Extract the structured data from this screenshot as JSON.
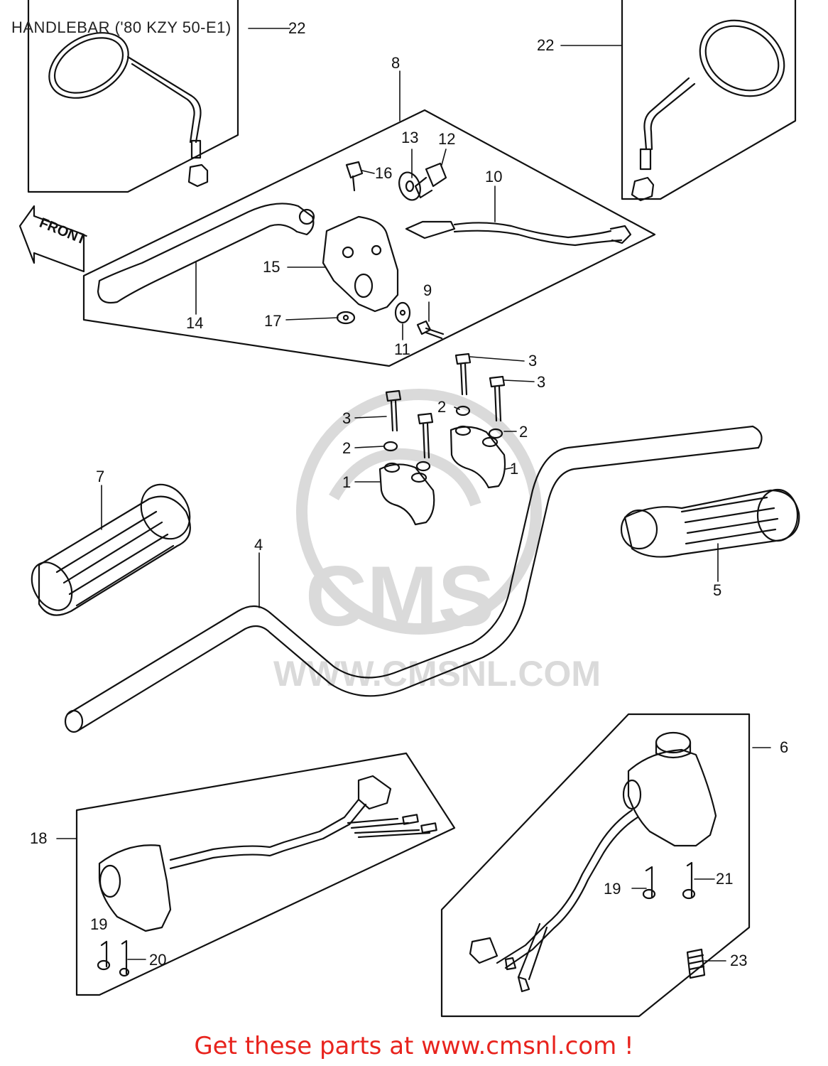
{
  "title": "HANDLEBAR ('80 KZY 50-E1)",
  "footer_link": "Get these parts at www.cmsnl.com !",
  "watermark": {
    "brand": "CMS",
    "url": "WWW.CMSNL.COM"
  },
  "front_marker": "FRONT",
  "callouts": {
    "p1a": "1",
    "p1b": "1",
    "p2a": "2",
    "p2b": "2",
    "p2c": "2",
    "p3a": "3",
    "p3b": "3",
    "p3c": "3",
    "p4": "4",
    "p5": "5",
    "p6": "6",
    "p7": "7",
    "p8": "8",
    "p9": "9",
    "p10": "10",
    "p11": "11",
    "p12": "12",
    "p13": "13",
    "p14": "14",
    "p15": "15",
    "p16": "16",
    "p17": "17",
    "p18": "18",
    "p19a": "19",
    "p19b": "19",
    "p20": "20",
    "p21": "21",
    "p22a": "22",
    "p22b": "22",
    "p23": "23"
  },
  "colors": {
    "line": "#111111",
    "footer": "#e8231d",
    "watermark": "#d9d9d9"
  }
}
